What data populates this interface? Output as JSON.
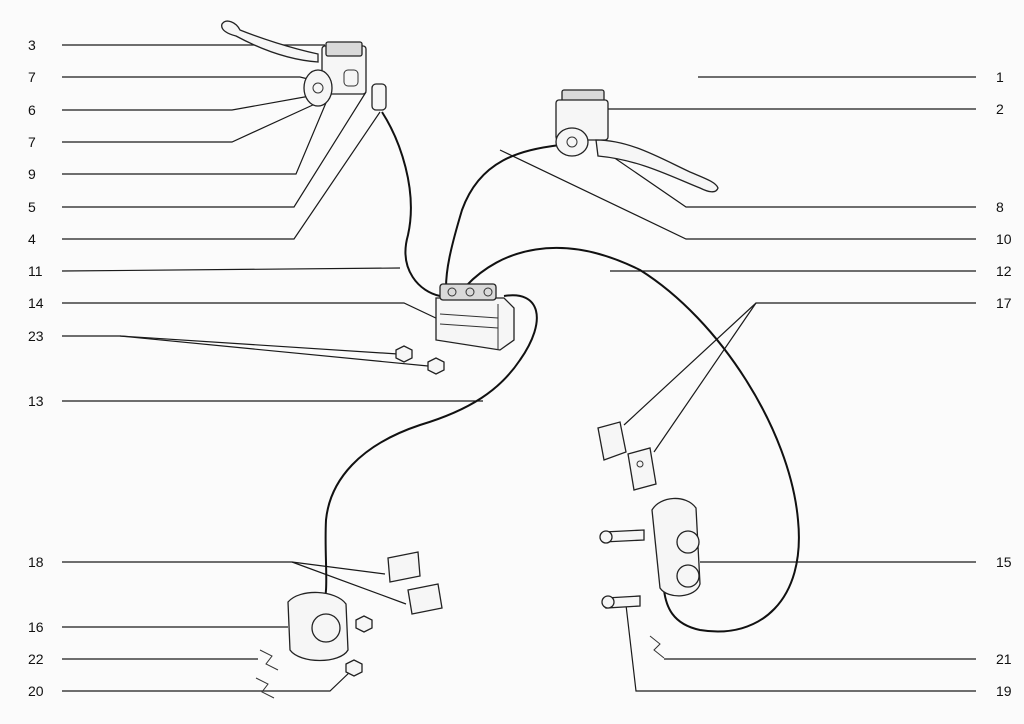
{
  "diagram": {
    "callouts_left": [
      {
        "id": "3",
        "label": "3"
      },
      {
        "id": "7a",
        "label": "7"
      },
      {
        "id": "6",
        "label": "6"
      },
      {
        "id": "7b",
        "label": "7"
      },
      {
        "id": "9",
        "label": "9"
      },
      {
        "id": "5",
        "label": "5"
      },
      {
        "id": "4",
        "label": "4"
      },
      {
        "id": "11",
        "label": "11"
      },
      {
        "id": "14",
        "label": "14"
      },
      {
        "id": "23",
        "label": "23"
      },
      {
        "id": "13",
        "label": "13"
      },
      {
        "id": "18",
        "label": "18"
      },
      {
        "id": "16",
        "label": "16"
      },
      {
        "id": "22",
        "label": "22"
      },
      {
        "id": "20",
        "label": "20"
      }
    ],
    "callouts_right": [
      {
        "id": "1",
        "label": "1"
      },
      {
        "id": "2",
        "label": "2"
      },
      {
        "id": "8",
        "label": "8"
      },
      {
        "id": "10",
        "label": "10"
      },
      {
        "id": "12",
        "label": "12"
      },
      {
        "id": "17",
        "label": "17"
      },
      {
        "id": "15",
        "label": "15"
      },
      {
        "id": "21",
        "label": "21"
      },
      {
        "id": "19",
        "label": "19"
      }
    ]
  }
}
